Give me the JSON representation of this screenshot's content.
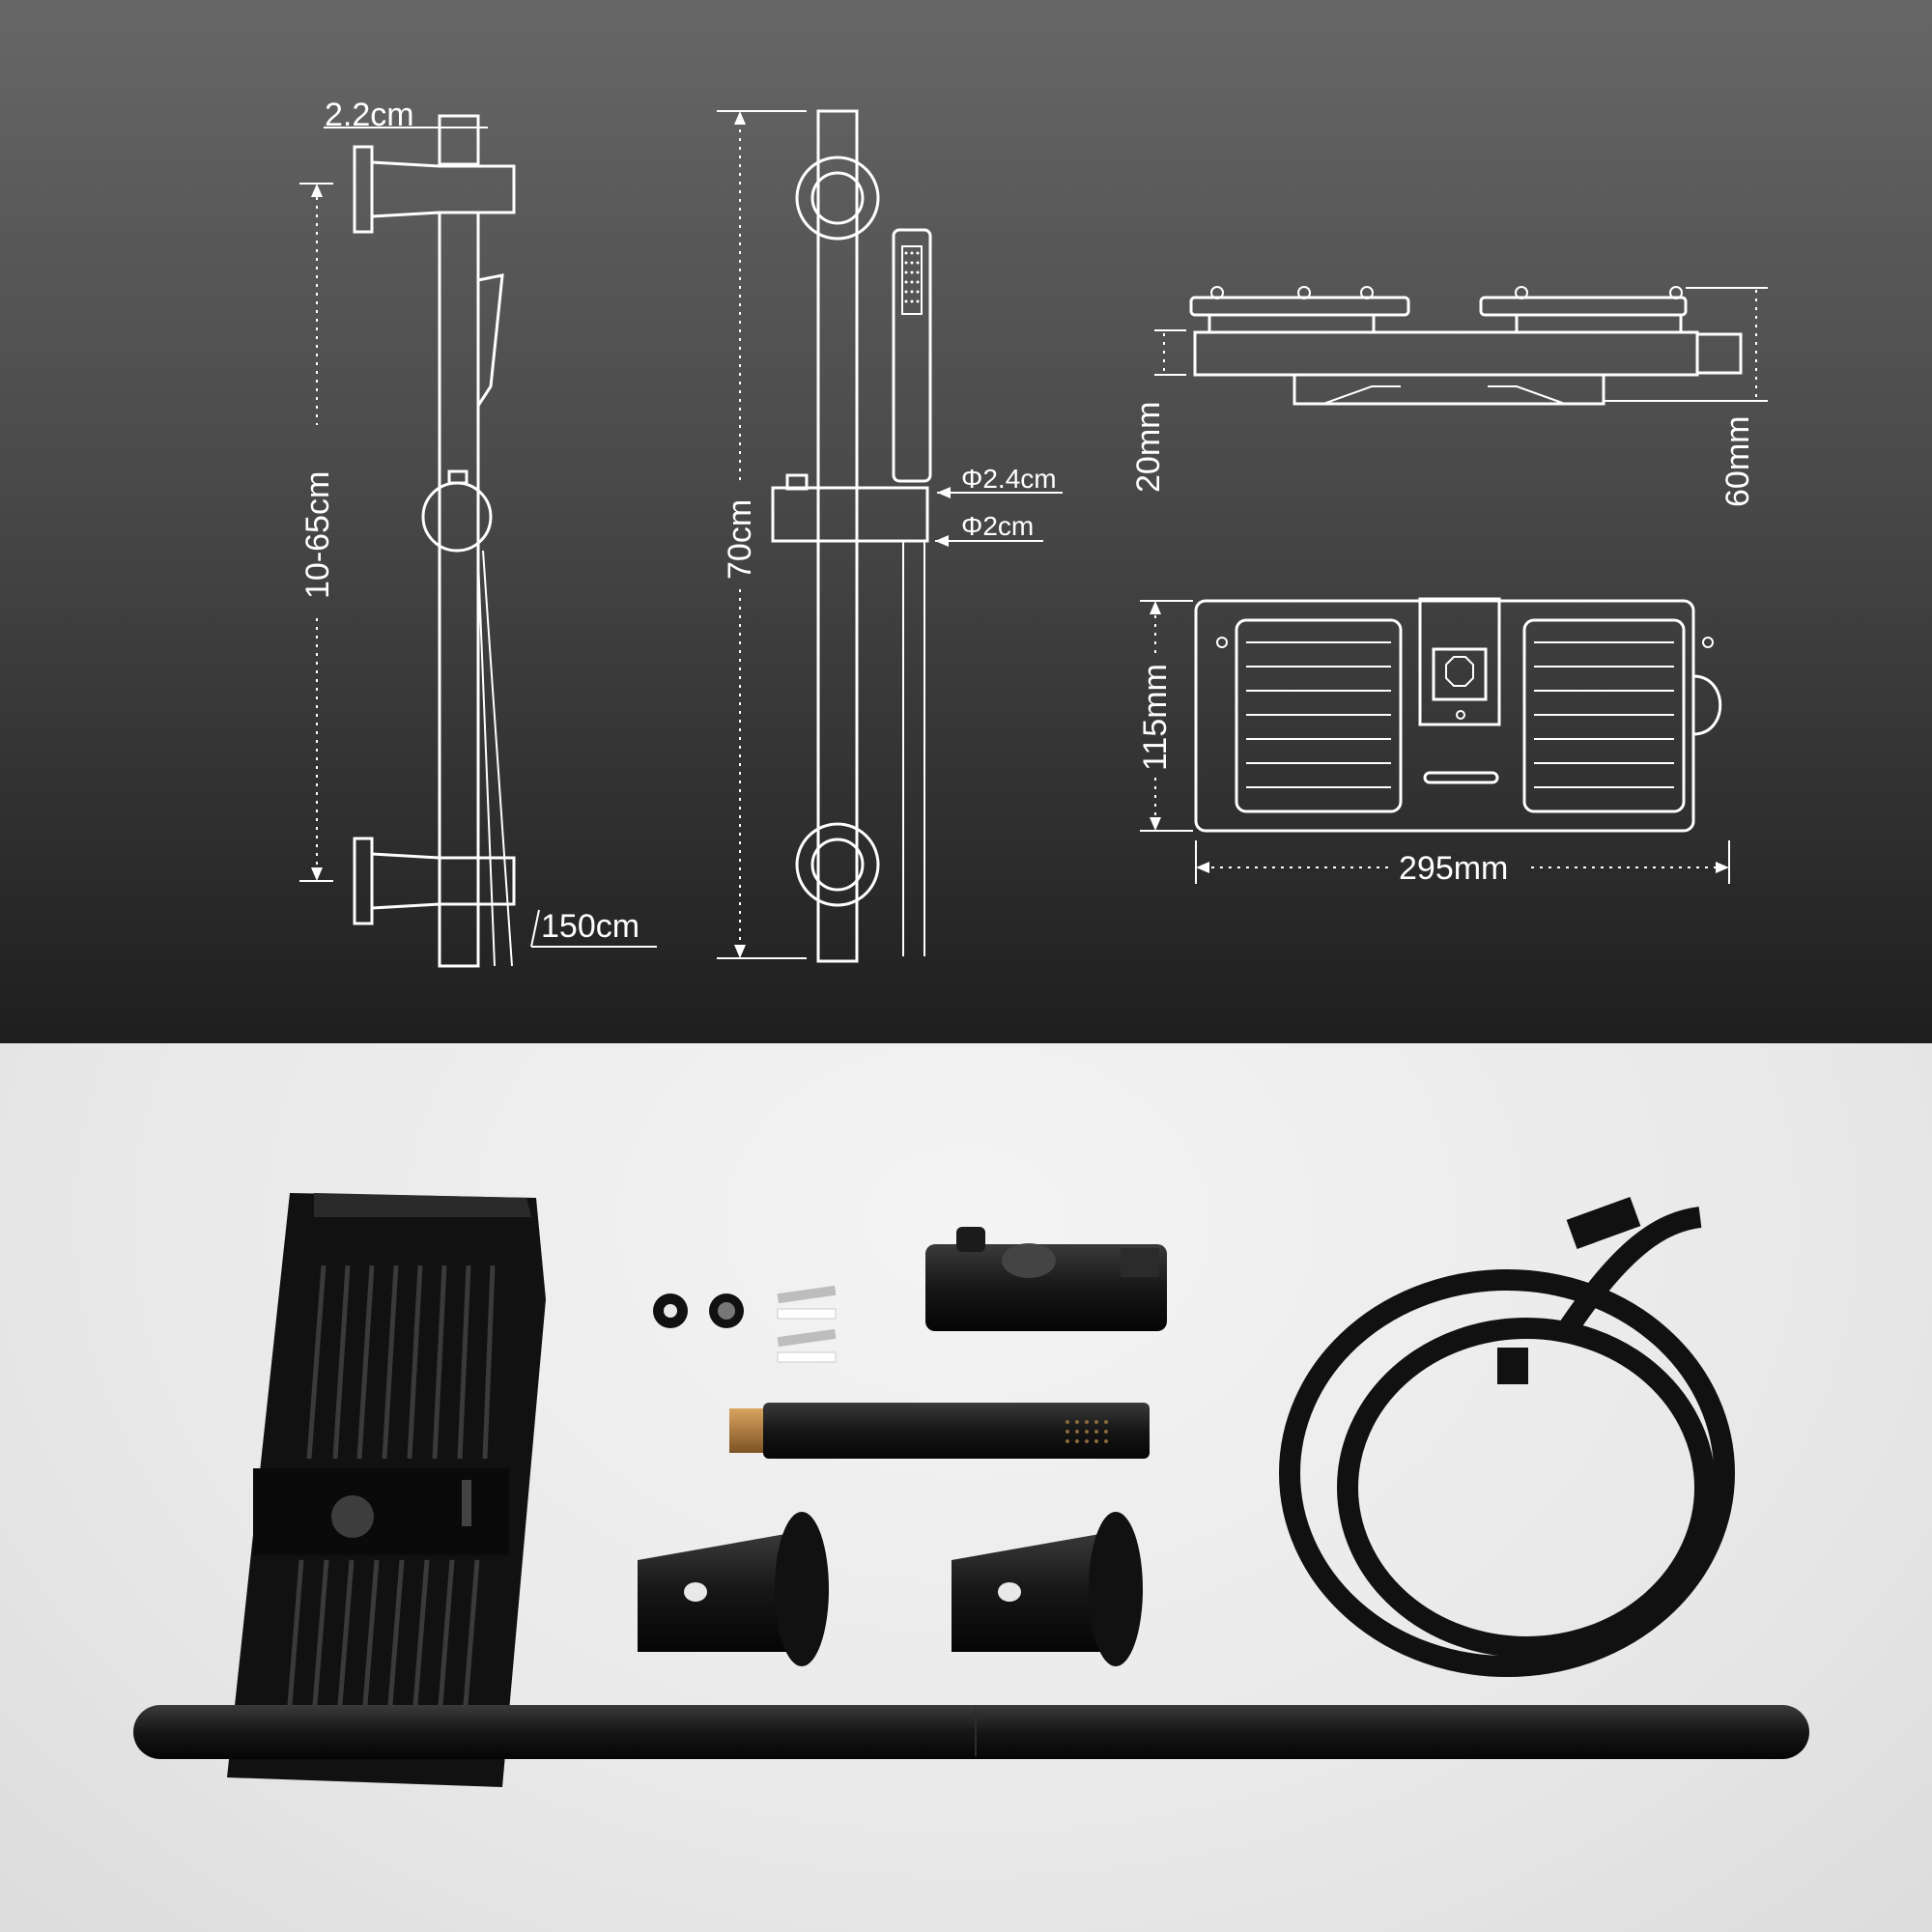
{
  "diagram": {
    "bar_side": {
      "labels": {
        "top_width": "2.2cm",
        "bracket_span": "10-65cm",
        "hose_length": "150cm"
      }
    },
    "bar_front": {
      "labels": {
        "bar_height": "70cm",
        "holder_diameter_outer": "Φ2.4cm",
        "holder_diameter_inner": "Φ2cm"
      }
    },
    "soap_dish_side": {
      "labels": {
        "dish_thickness": "20mm",
        "dish_height": "60mm"
      }
    },
    "soap_dish_top": {
      "labels": {
        "dish_depth": "115mm",
        "dish_width": "295mm"
      }
    }
  },
  "colors": {
    "line": "#ffffff",
    "product": "#111111",
    "brass": "#b07a3a"
  }
}
